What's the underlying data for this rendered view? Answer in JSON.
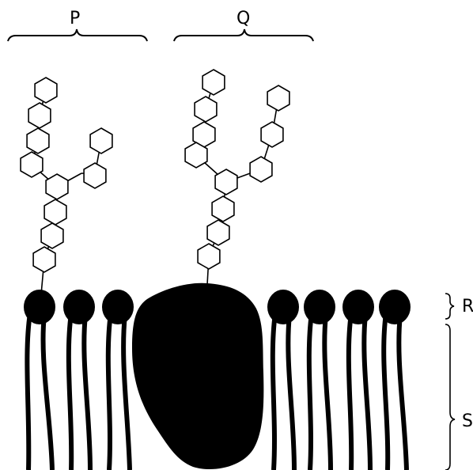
{
  "labels": {
    "p": "P",
    "q": "Q",
    "r": "R",
    "s": "S"
  },
  "colors": {
    "ink": "#000000",
    "background": "#ffffff"
  },
  "structures": {
    "phospholipids": 7,
    "membrane_protein": 1,
    "carbohydrate_chains": 2
  }
}
